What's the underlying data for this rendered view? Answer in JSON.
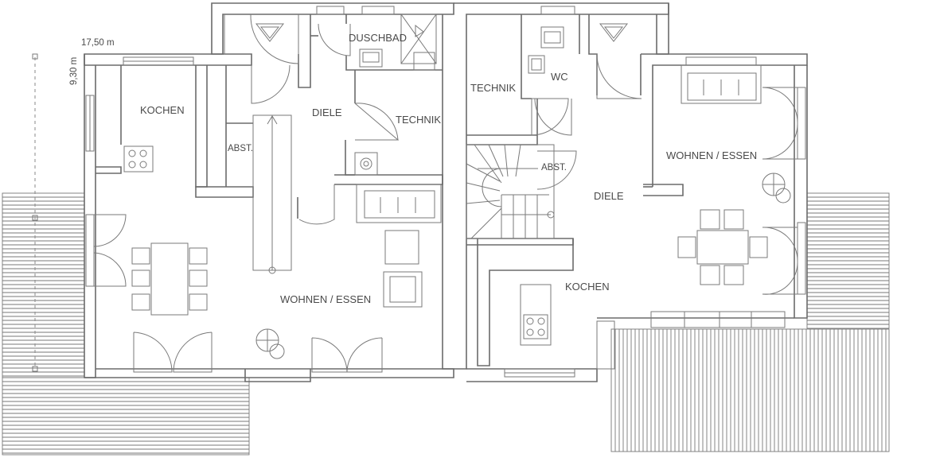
{
  "dimensions": {
    "width_label": "17,50 m",
    "depth_label": "9,30 m"
  },
  "rooms": {
    "left": {
      "kochen": "KOCHEN",
      "diele": "DIELE",
      "abst": "ABST.",
      "duschbad": "DUSCHBAD",
      "technik": "TECHNIK",
      "wohnen_essen": "WOHNEN / ESSEN"
    },
    "right": {
      "technik": "TECHNIK",
      "wc": "WC",
      "abst": "ABST.",
      "diele": "DIELE",
      "wohnen_essen": "WOHNEN / ESSEN",
      "kochen": "KOCHEN"
    }
  },
  "colors": {
    "line": "#6b6b6b",
    "text": "#4a4a4a",
    "background": "#ffffff"
  }
}
